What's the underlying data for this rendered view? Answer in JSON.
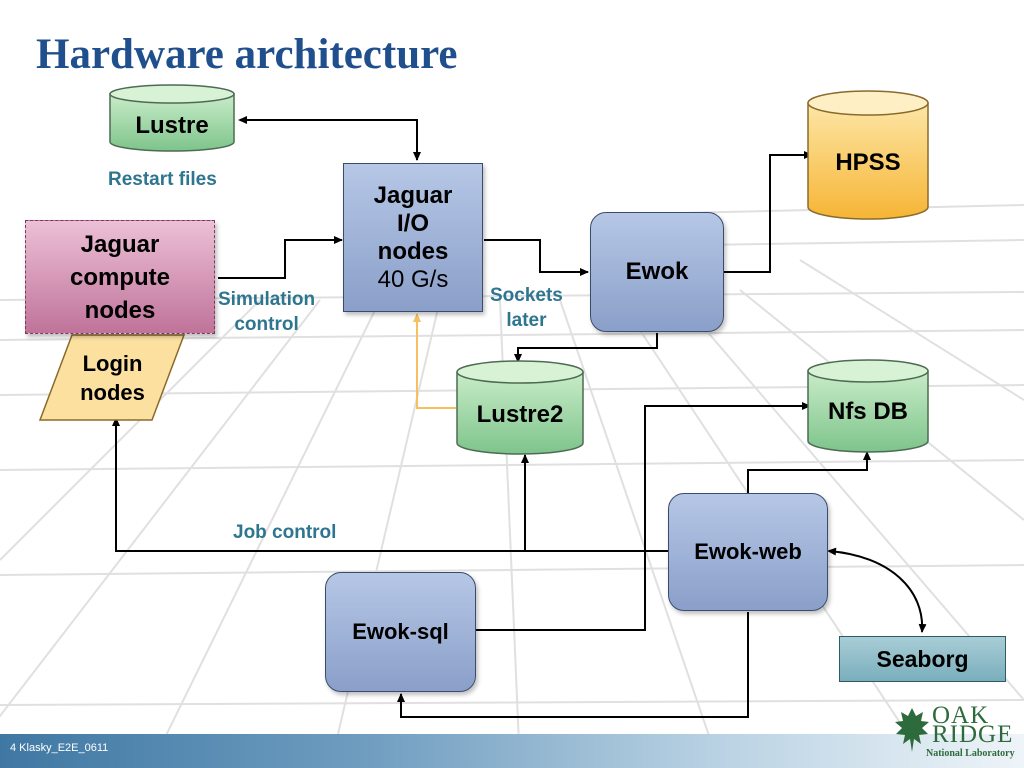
{
  "title": "Hardware architecture",
  "nodes": {
    "lustre": "Lustre",
    "hpss": "HPSS",
    "jaguar_io": {
      "line1": "Jaguar",
      "line2": "I/O",
      "line3": "nodes",
      "rate": "40 G/s"
    },
    "jaguar_compute": {
      "line1": "Jaguar",
      "line2": "compute",
      "line3": "nodes"
    },
    "login": {
      "line1": "Login",
      "line2": "nodes"
    },
    "ewok": "Ewok",
    "lustre2": "Lustre2",
    "nfs_db": "Nfs DB",
    "ewok_web": "Ewok-web",
    "ewok_sql": "Ewok-sql",
    "seaborg": "Seaborg"
  },
  "labels": {
    "restart_files": "Restart files",
    "simulation_control": {
      "line1": "Simulation",
      "line2": "control"
    },
    "sockets_later": {
      "line1": "Sockets",
      "line2": "later"
    },
    "job_control": "Job control"
  },
  "footer": {
    "slide_label": "4 Klasky_E2E_0611"
  },
  "logo": {
    "line1": "OAK",
    "line2": "RIDGE",
    "line3": "National Laboratory"
  },
  "colors": {
    "title": "#1f4f8c",
    "label": "#2e7590",
    "box_blue": "#a0b4db",
    "box_pink": "#d99bbb",
    "cylinder_green": "#8fd19a",
    "cylinder_orange": "#f8c34a",
    "seaborg_teal": "#8fbfcb",
    "arrow_black": "#000000",
    "arrow_orange": "#f6c060"
  }
}
